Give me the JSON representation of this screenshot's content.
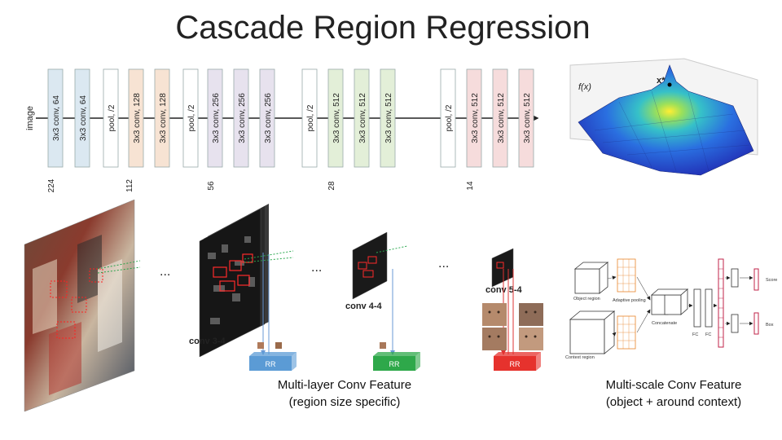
{
  "title": "Cascade Region Regression",
  "vgg": {
    "input_label": "image",
    "layers": [
      {
        "label": "3x3 conv, 64",
        "color": "#dbe8f1"
      },
      {
        "label": "3x3 conv, 64",
        "color": "#dbe8f1"
      },
      {
        "label": "pool, /2",
        "color": "#ffffff"
      },
      {
        "label": "3x3 conv, 128",
        "color": "#f7e3d3"
      },
      {
        "label": "3x3 conv, 128",
        "color": "#f7e3d3"
      },
      {
        "label": "pool, /2",
        "color": "#ffffff"
      },
      {
        "label": "3x3 conv, 256",
        "color": "#e7e2ee"
      },
      {
        "label": "3x3 conv, 256",
        "color": "#e7e2ee"
      },
      {
        "label": "3x3 conv, 256",
        "color": "#e7e2ee"
      },
      {
        "label": "pool, /2",
        "color": "#ffffff"
      },
      {
        "label": "3x3 conv, 512",
        "color": "#e3efd8"
      },
      {
        "label": "3x3 conv, 512",
        "color": "#e3efd8"
      },
      {
        "label": "3x3 conv, 512",
        "color": "#e3efd8"
      },
      {
        "label": "pool, /2",
        "color": "#ffffff"
      },
      {
        "label": "3x3 conv, 512",
        "color": "#f6dcdc"
      },
      {
        "label": "3x3 conv, 512",
        "color": "#f6dcdc"
      },
      {
        "label": "3x3 conv, 512",
        "color": "#f6dcdc"
      }
    ],
    "sizes": [
      "224",
      "112",
      "56",
      "28",
      "14"
    ]
  },
  "surface_plot": {
    "fx_label": "f(x)",
    "peak_label": "x*"
  },
  "feature_maps": {
    "ellipsis": "...",
    "conv34_label": "conv 3-4",
    "conv44_label": "conv 4-4",
    "conv54_label": "conv 5-4",
    "rr_label": "RR",
    "rr_colors": [
      "#5b9bd5",
      "#2ea84a",
      "#e6322d"
    ]
  },
  "multiscale": {
    "object_region": "Object region",
    "context_region": "Context region",
    "adaptive_pooling": "Adaptive pooling",
    "concatenate": "Concatenate",
    "fc": "FC",
    "score": "Score",
    "box": "Box"
  },
  "captions": {
    "left_line1": "Multi-layer Conv Feature",
    "left_line2": "(region size specific)",
    "right_line1": "Multi-scale Conv Feature",
    "right_line2": "(object + around context)"
  }
}
